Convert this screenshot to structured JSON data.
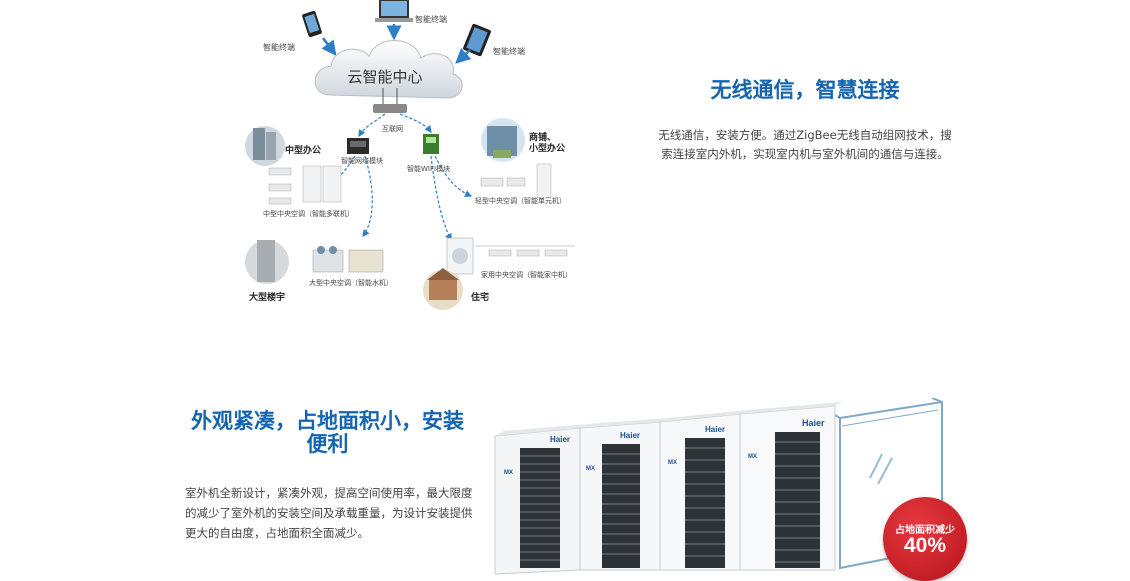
{
  "network": {
    "cloud_label": "云智能中心",
    "terminal_left": "智能终端",
    "terminal_top": "智能终端",
    "terminal_right": "智能终端",
    "internet_label": "互联网",
    "gateway_module": "智能网络模块",
    "wifi_module": "智能WIFI模块",
    "office_mid": "中型办公",
    "office_mid_unit": "中型中央空调（智能多联机）",
    "shop_small_office": "商铺、\n小型办公",
    "light_unit": "轻型中央空调（智能单元机）",
    "big_building": "大型楼宇",
    "big_unit": "大型中央空调（智能水机）",
    "home_unit": "家用中央空调（智能家中机）",
    "residence": "住宅"
  },
  "section1": {
    "title": "无线通信，智慧连接",
    "description": "无线通信，安装方便。通过ZigBee无线自动组网技术，搜索连接室内外机，实现室内机与室外机间的通信与连接。"
  },
  "section2": {
    "title": "外观紧凑，占地面积小，安装便利",
    "description": "室外机全新设计，紧凑外观，提高空间使用率，最大限度的减少了室外机的安装空间及承载重量，为设计安装提供更大的自由度，占地面积全面减少。",
    "brand": "Haier",
    "model_mark": "MX"
  },
  "badge": {
    "text": "占地面积减少",
    "percent": "40%"
  },
  "colors": {
    "title_blue": "#1565b0",
    "badge_red": "#c41f26",
    "arrow_blue": "#2f7fc8"
  }
}
